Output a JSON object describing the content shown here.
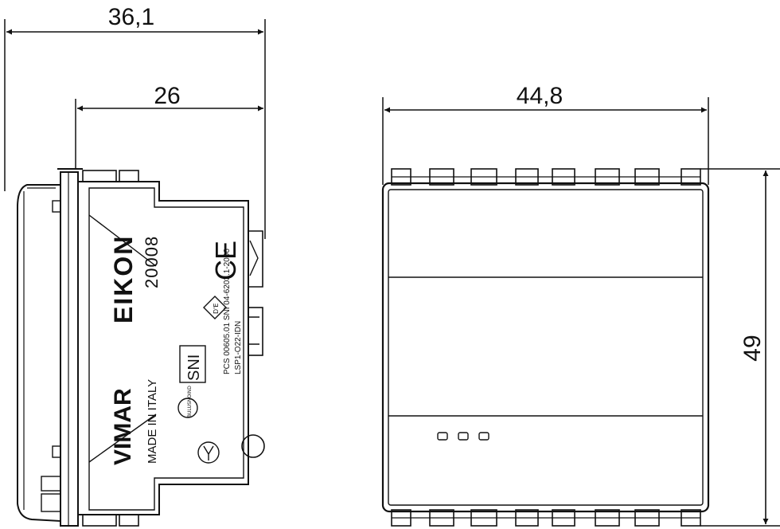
{
  "dimensions": {
    "overall_depth": "36,1",
    "body_depth": "26",
    "width": "44,8",
    "height": "49"
  },
  "side_view_markings": {
    "series": "EIKON",
    "article_number": "20008",
    "brand": "VIMAR",
    "origin": "MADE IN ITALY",
    "ce_mark": "CE",
    "standard_code": "LSP1-O22-IDN",
    "standard_ref": "PCS 00605.01 SNI 04-6203.1-2006",
    "imq_label": "D'E",
    "sni_mark": "SNI",
    "circle_label": "BULUSNOIND"
  },
  "front_view": {
    "indicator_count": 3
  },
  "colors": {
    "line": "#111111",
    "background": "#ffffff"
  }
}
